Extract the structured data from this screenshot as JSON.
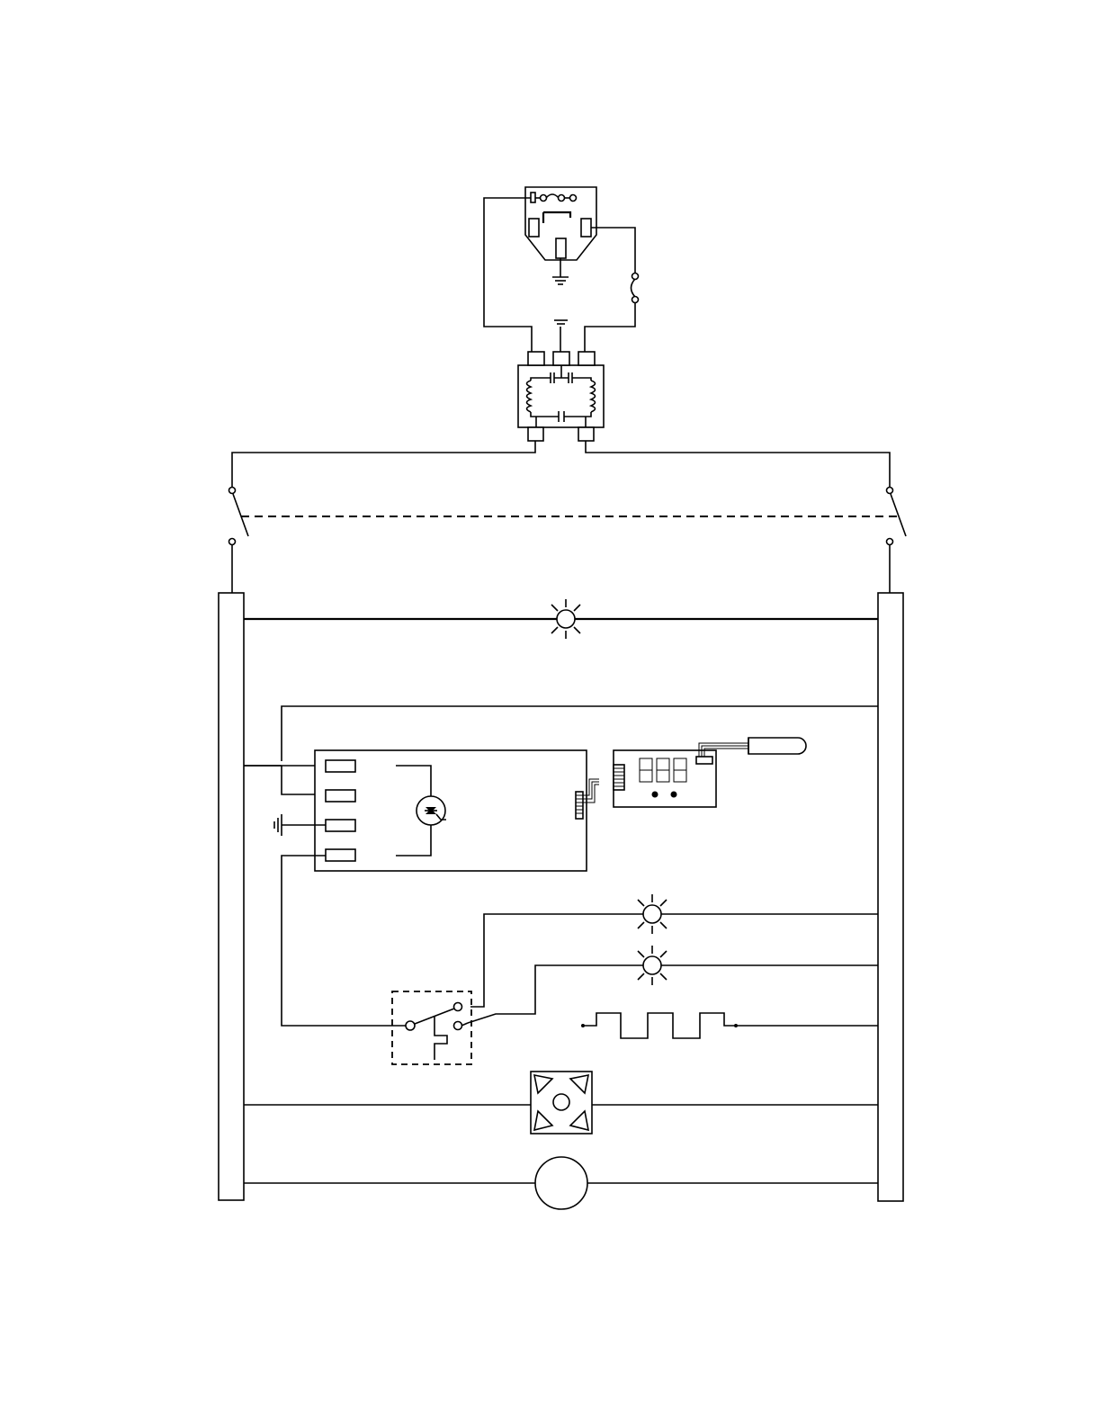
{
  "diagram": {
    "type": "wiring-schematic",
    "components": [
      {
        "id": "power-inlet",
        "kind": "iec-inlet-with-fuse"
      },
      {
        "id": "inlet-fuse",
        "kind": "fuse"
      },
      {
        "id": "emi-filter",
        "kind": "line-filter"
      },
      {
        "id": "double-pole-switch",
        "kind": "switch-2-pole"
      },
      {
        "id": "power-indicator",
        "kind": "lamp"
      },
      {
        "id": "controller-board",
        "kind": "control-pcb-with-triac"
      },
      {
        "id": "display-board",
        "kind": "7-segment-display-pcb",
        "digits": 3
      },
      {
        "id": "temperature-probe",
        "kind": "sensor"
      },
      {
        "id": "indicator-lamp-1",
        "kind": "lamp"
      },
      {
        "id": "indicator-lamp-2",
        "kind": "lamp"
      },
      {
        "id": "thermal-relay",
        "kind": "changeover-thermostat"
      },
      {
        "id": "heating-element",
        "kind": "heater"
      },
      {
        "id": "cooling-fan",
        "kind": "fan"
      },
      {
        "id": "motor",
        "kind": "motor"
      },
      {
        "id": "bus-bar-left",
        "kind": "terminal-strip"
      },
      {
        "id": "bus-bar-right",
        "kind": "terminal-strip"
      }
    ],
    "colors": {
      "line": "#000000",
      "background": "#ffffff"
    }
  }
}
